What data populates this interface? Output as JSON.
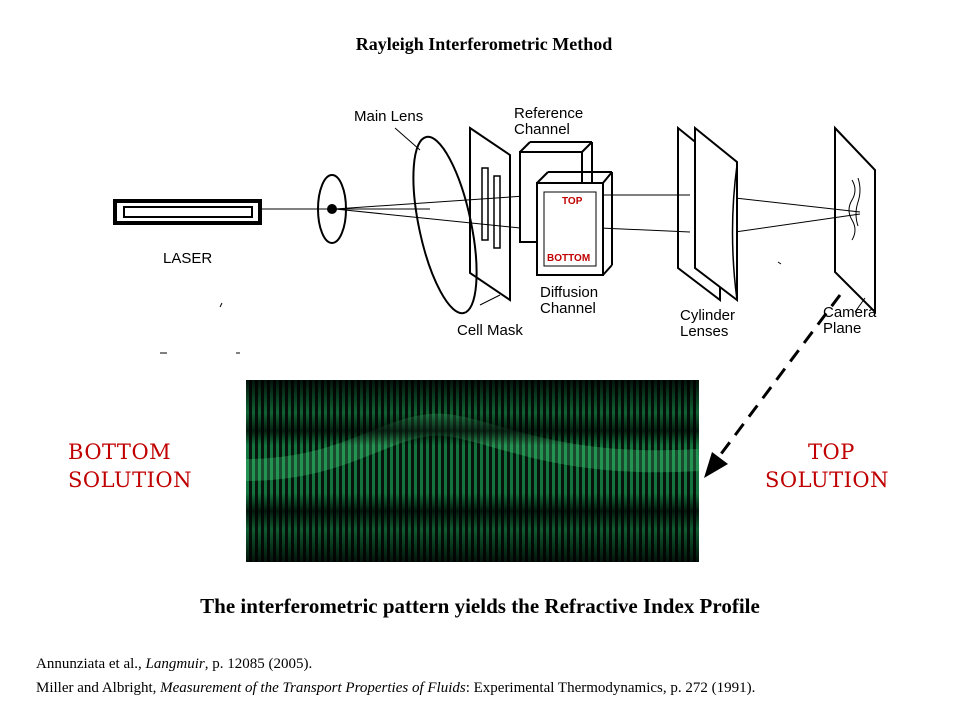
{
  "title": "Rayleigh Interferometric Method",
  "apparatus": {
    "laser_label": "LASER",
    "main_lens_label": "Main Lens",
    "reference_channel_label": [
      "Reference",
      "Channel"
    ],
    "diffusion_channel_label": [
      "Diffusion",
      "Channel"
    ],
    "cell_mask_label": "Cell Mask",
    "cylinder_lenses_label": [
      "Cylinder",
      "Lenses"
    ],
    "camera_plane_label": [
      "Camera",
      "Plane"
    ],
    "cell_top_label": "TOP",
    "cell_bottom_label": "BOTTOM"
  },
  "pattern": {
    "left_label": [
      "BOTTOM",
      "SOLUTION"
    ],
    "right_label": [
      "TOP",
      "SOLUTION"
    ],
    "left_color": "#c00000",
    "right_color": "#c00000",
    "fringe_color": "#1fd06a",
    "background_color": "#07140c"
  },
  "subtitle": "The interferometric pattern yields the Refractive Index Profile",
  "references": [
    {
      "authors": "Annunziata et al., ",
      "journal": "Langmuir",
      "rest": ", p. 12085 (2005)."
    },
    {
      "authors": "Miller and Albright, ",
      "journal": "Measurement of the Transport Properties of Fluids",
      "rest": ": Experimental Thermodynamics, p. 272 (1991)."
    }
  ]
}
